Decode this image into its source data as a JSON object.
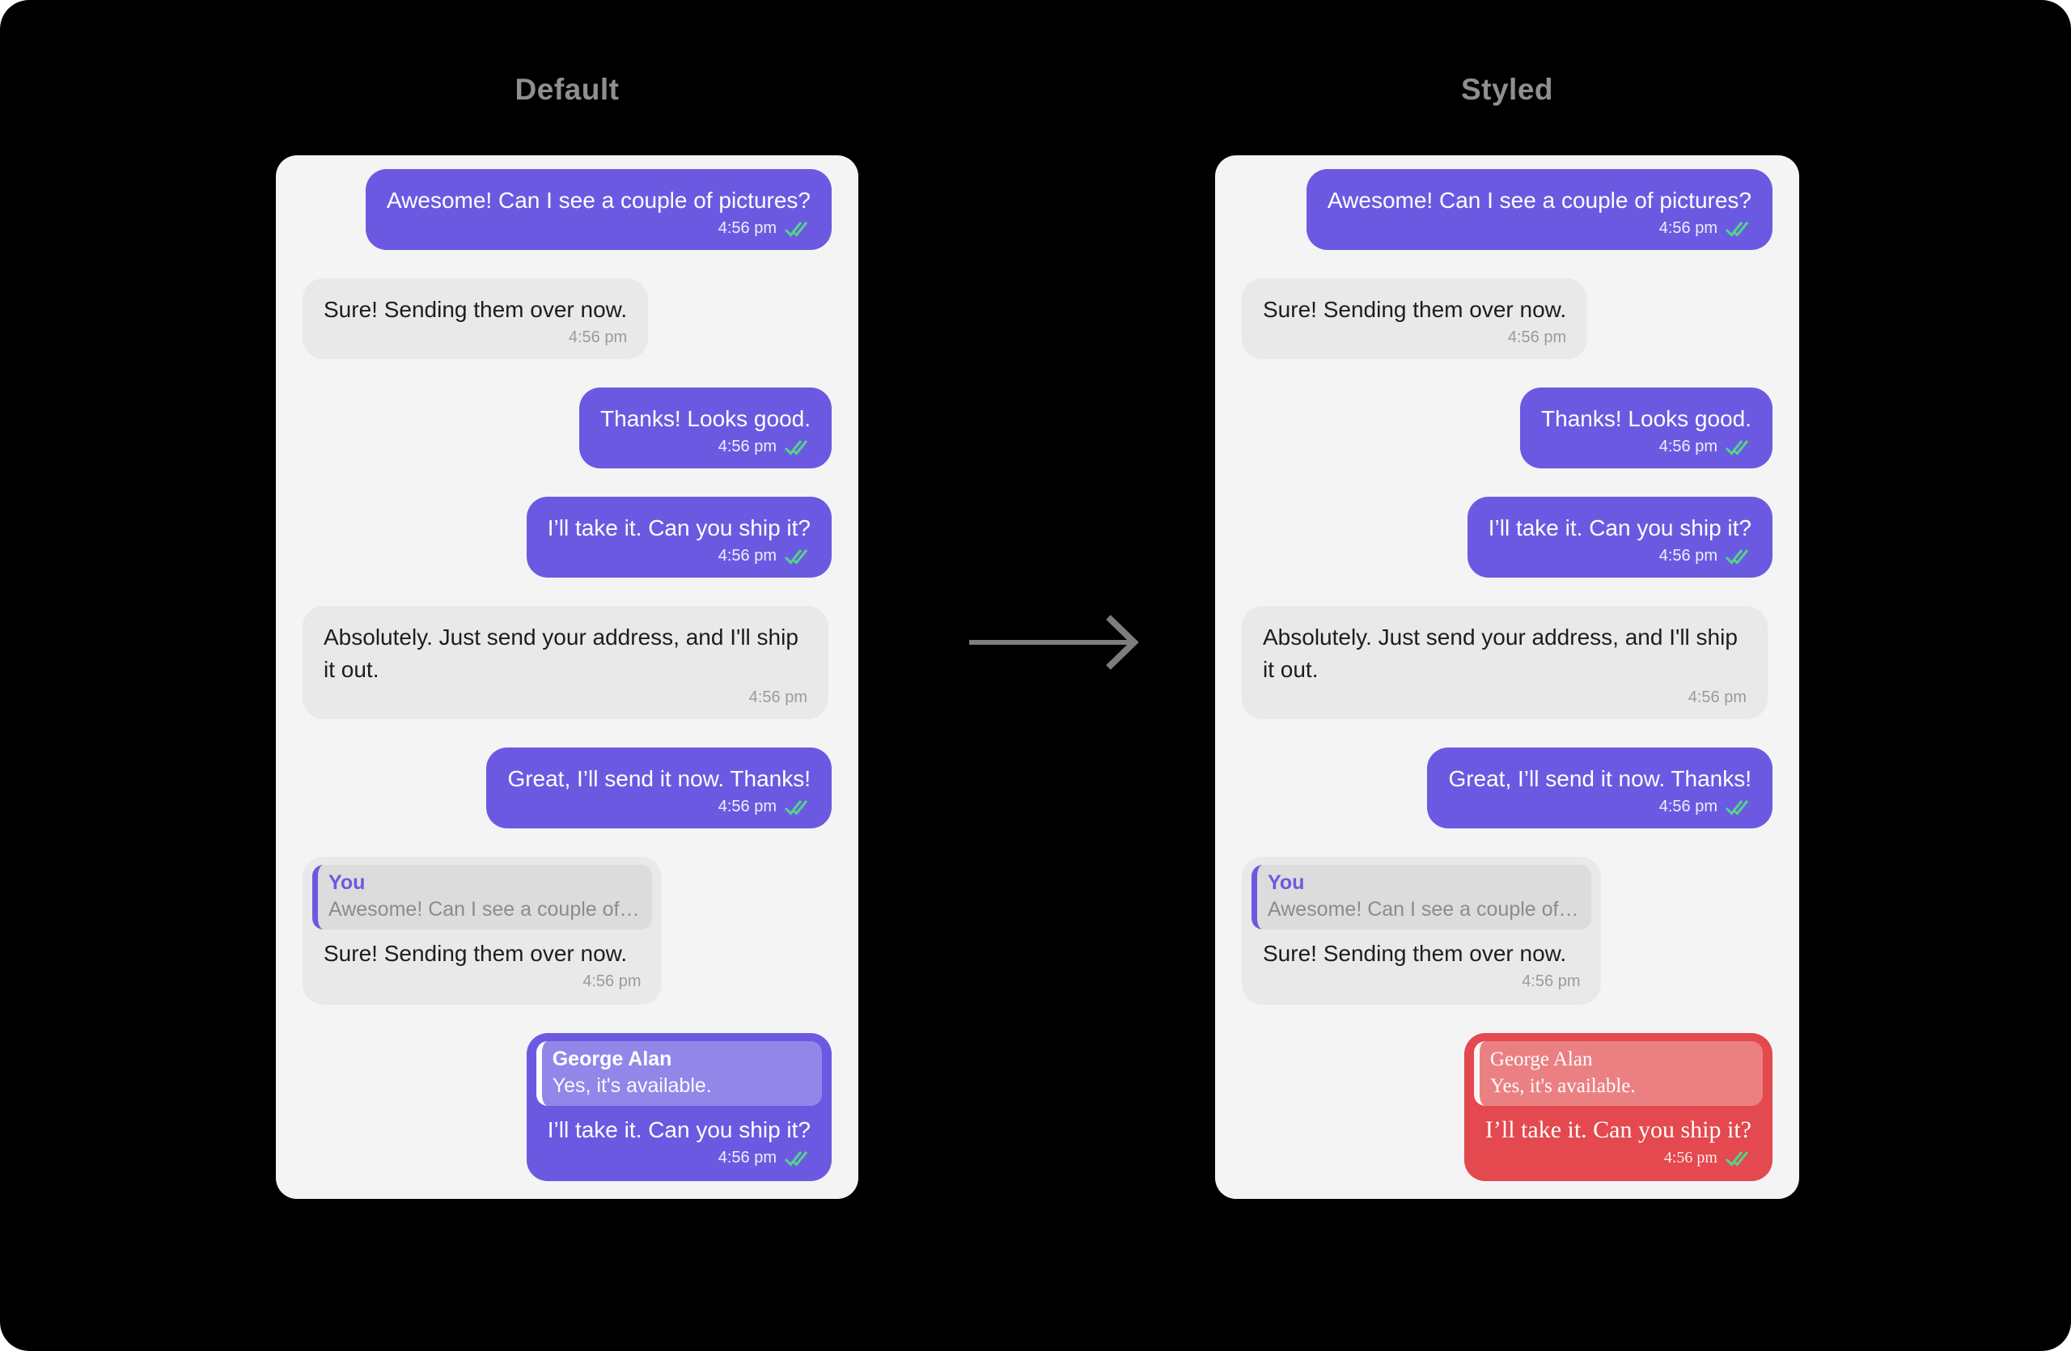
{
  "page": {
    "left_title": "Default",
    "right_title": "Styled",
    "colors": {
      "background": "#000000",
      "panel_background": "#f4f4f5",
      "accent_purple": "#6b5ae1",
      "styled_red": "#e3494e",
      "bubble_gray": "#e9e9ea",
      "check_green": "#55d38b",
      "title_gray": "#8f8f8f",
      "arrow_gray": "#7d7d7d"
    }
  },
  "messages": [
    {
      "type": "sent",
      "text": "Awesome! Can I see a couple of pictures?",
      "time": "4:56 pm",
      "receipt": "double-check"
    },
    {
      "type": "received",
      "text": "Sure! Sending them over now.",
      "time": "4:56 pm"
    },
    {
      "type": "sent",
      "text": "Thanks! Looks good.",
      "time": "4:56 pm",
      "receipt": "double-check"
    },
    {
      "type": "sent",
      "text": "I’ll take it. Can you ship it?",
      "time": "4:56 pm",
      "receipt": "double-check"
    },
    {
      "type": "received",
      "text": "Absolutely. Just send your address, and I'll ship it out.",
      "time": "4:56 pm"
    },
    {
      "type": "sent",
      "text": "Great, I’ll send it now. Thanks!",
      "time": "4:56 pm",
      "receipt": "double-check"
    },
    {
      "type": "received",
      "quote": {
        "name": "You",
        "text": "Awesome! Can I see a couple of…"
      },
      "text": "Sure! Sending them over now.",
      "time": "4:56 pm"
    },
    {
      "type": "sent",
      "quote": {
        "name": "George Alan",
        "text": "Yes, it's available."
      },
      "text": "I’ll take it. Can you ship it?",
      "time": "4:56 pm",
      "receipt": "double-check"
    }
  ]
}
